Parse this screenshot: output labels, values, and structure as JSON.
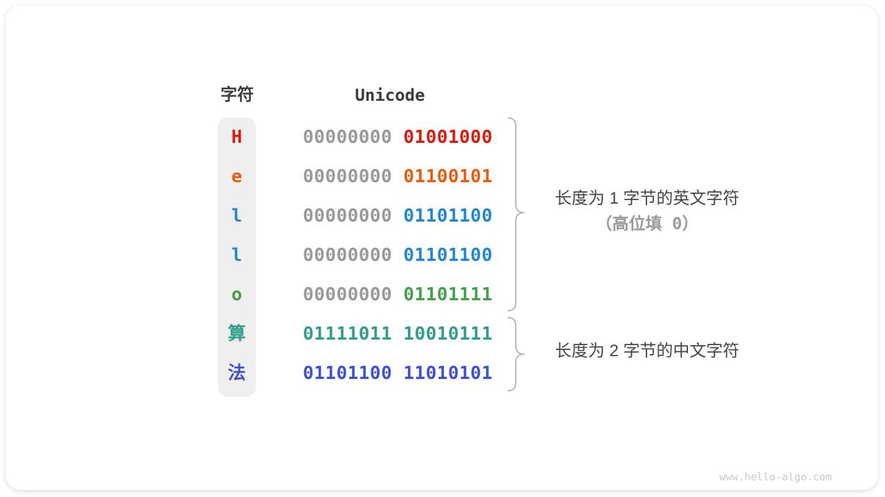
{
  "table": {
    "char_header": "字符",
    "unicode_header": "Unicode",
    "rows": [
      {
        "char": "H",
        "byte1": "00000000",
        "byte2": "01001000",
        "byte1_color": "#999999",
        "byte2_color": "#e0190d",
        "char_color": "#e0190d"
      },
      {
        "char": "e",
        "byte1": "00000000",
        "byte2": "01100101",
        "byte1_color": "#999999",
        "byte2_color": "#eb5b0c",
        "char_color": "#eb5b0c"
      },
      {
        "char": "l",
        "byte1": "00000000",
        "byte2": "01101100",
        "byte1_color": "#999999",
        "byte2_color": "#1f87d8",
        "char_color": "#1f87d8"
      },
      {
        "char": "l",
        "byte1": "00000000",
        "byte2": "01101100",
        "byte1_color": "#999999",
        "byte2_color": "#1f87d8",
        "char_color": "#1f87d8"
      },
      {
        "char": "o",
        "byte1": "00000000",
        "byte2": "01101111",
        "byte1_color": "#999999",
        "byte2_color": "#42a049",
        "char_color": "#42a049"
      },
      {
        "char": "算",
        "byte1": "01111011",
        "byte2": "10010111",
        "byte1_color": "#2f9d8b",
        "byte2_color": "#2f9d8b",
        "char_color": "#2f9d8b"
      },
      {
        "char": "法",
        "byte1": "01101100",
        "byte2": "11010101",
        "byte1_color": "#3b51d8",
        "byte2_color": "#3b51d8",
        "char_color": "#3b51d8"
      }
    ]
  },
  "annotations": {
    "english_group_line1": "长度为 1 字节的英文字符",
    "english_group_line2": "（高位填 0）",
    "chinese_group": "长度为 2 字节的中文字符"
  },
  "watermark": "www.hello-algo.com",
  "colors": {
    "card_bg": "#ffffff",
    "column_bg": "#efefef",
    "header_text": "#3c3c3c",
    "annotation_text": "#454545",
    "annotation_muted": "#9b9b9b",
    "brace": "#b3b3b3",
    "watermark_text": "#c9c9c9"
  }
}
